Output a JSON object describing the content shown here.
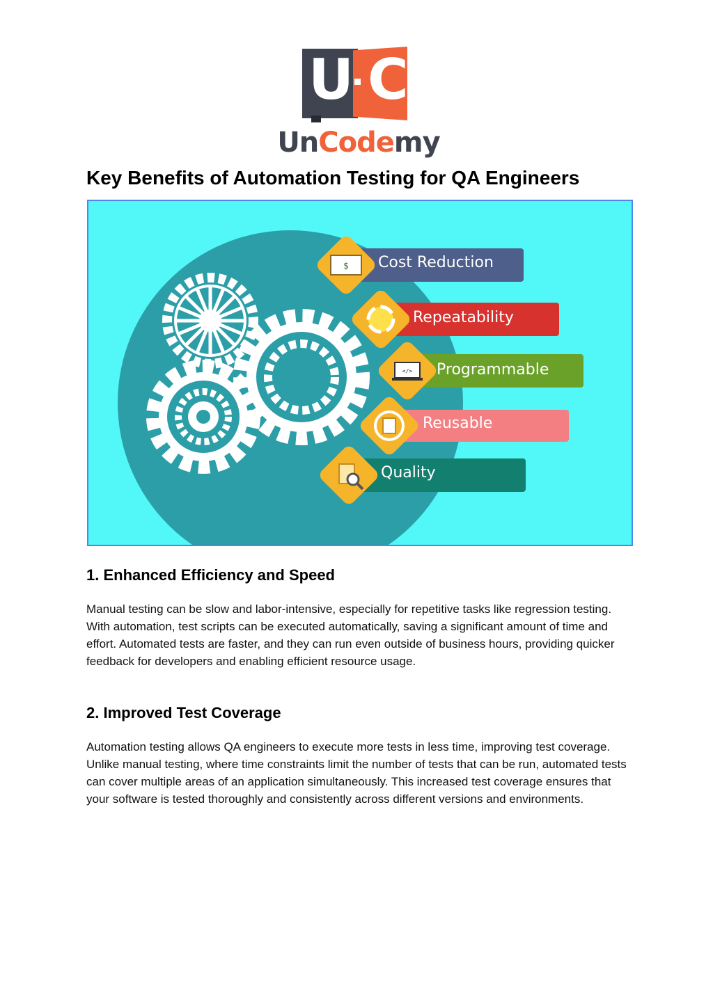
{
  "logo": {
    "badge_left": "U",
    "badge_right": "C",
    "wordmark_part1": "Un",
    "wordmark_part2": "Code",
    "wordmark_part3": "my",
    "colors": {
      "dark": "#3f4450",
      "orange": "#f0623a"
    }
  },
  "page": {
    "title": "Key Benefits of Automation Testing for QA Engineers"
  },
  "figure": {
    "background": "#52f8f7",
    "benefits": [
      {
        "label": "Cost Reduction",
        "color": "#4d5f8a",
        "icon": "money-icon"
      },
      {
        "label": "Repeatability",
        "color": "#d8322e",
        "icon": "cycle-arrows-icon"
      },
      {
        "label": "Programmable",
        "color": "#6aa229",
        "icon": "code-laptop-icon"
      },
      {
        "label": "Reusable",
        "color": "#f47f83",
        "icon": "recycle-document-icon"
      },
      {
        "label": "Quality",
        "color": "#137f6f",
        "icon": "magnifier-document-icon"
      }
    ]
  },
  "sections": [
    {
      "heading": "1. Enhanced Efficiency and Speed",
      "body": "Manual testing can be slow and labor-intensive, especially for repetitive tasks like regression testing. With automation, test scripts can be executed automatically, saving a significant amount of time and effort. Automated tests are faster, and they can run even outside of business hours, providing quicker feedback for developers and enabling efficient resource usage."
    },
    {
      "heading": "2. Improved Test Coverage",
      "body": "Automation testing allows QA engineers to execute more tests in less time, improving test coverage. Unlike manual testing, where time constraints limit the number of tests that can be run, automated tests can cover multiple areas of an application simultaneously. This increased test coverage ensures that your software is tested thoroughly and consistently across different versions and environments."
    }
  ]
}
